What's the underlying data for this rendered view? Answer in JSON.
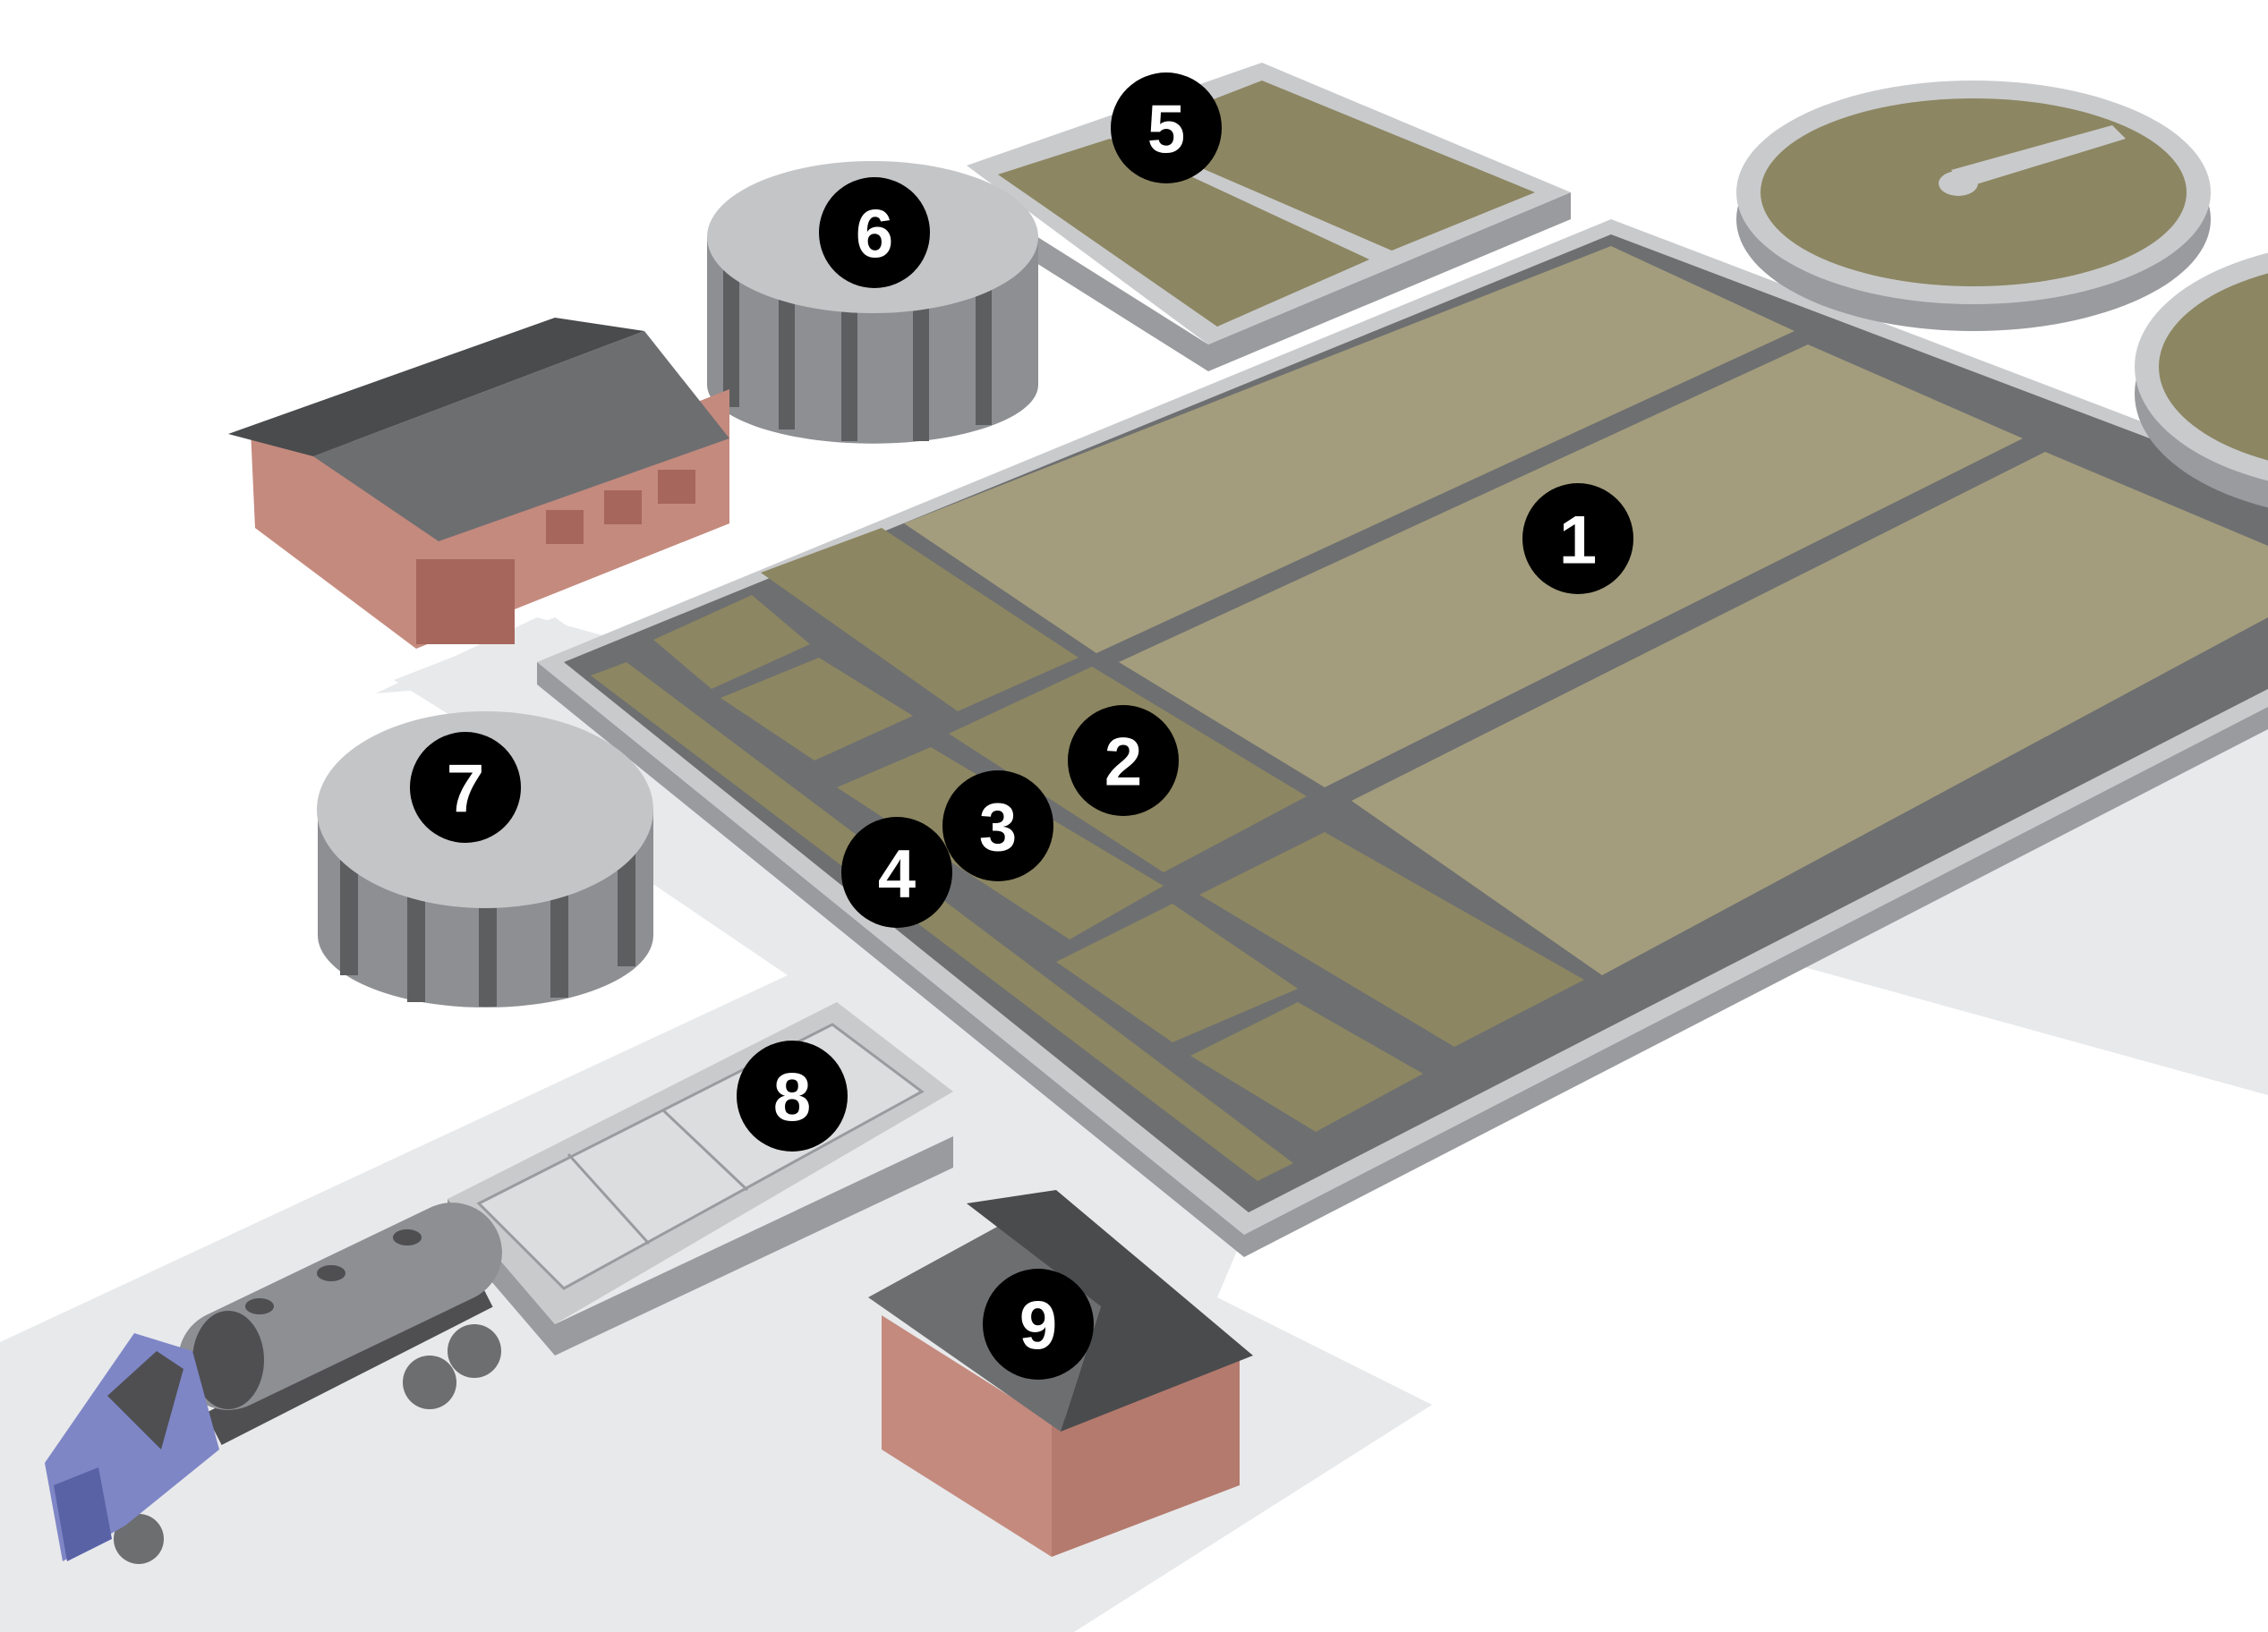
{
  "colors": {
    "ground": "#e8e9eb",
    "wall_top": "#c9cacc",
    "wall_side": "#9a9b9e",
    "wall_inner": "#6e6f71",
    "water_light": "#a39d7d",
    "water_dark": "#8c8662",
    "tank_top": "#c4c5c7",
    "tank_side": "#8e8f92",
    "tank_stripe": "#5d5e60",
    "roof_dark": "#4a4b4d",
    "roof_light": "#6d6e70",
    "brick": "#c48a7e",
    "brick_dark": "#a6665c",
    "truck_blue": "#7e86c6",
    "truck_dark": "#4f4f52",
    "marker": "#000000"
  },
  "markers": [
    {
      "label": "1",
      "target": "large-basin"
    },
    {
      "label": "2",
      "target": "primary-basin"
    },
    {
      "label": "3",
      "target": "grit-channel"
    },
    {
      "label": "4",
      "target": "inlet-channel"
    },
    {
      "label": "5",
      "target": "upper-rectangular-tank"
    },
    {
      "label": "6",
      "target": "upper-round-tank"
    },
    {
      "label": "7",
      "target": "lower-round-tank"
    },
    {
      "label": "8",
      "target": "sludge-drying-bed"
    },
    {
      "label": "9",
      "target": "small-building"
    }
  ]
}
